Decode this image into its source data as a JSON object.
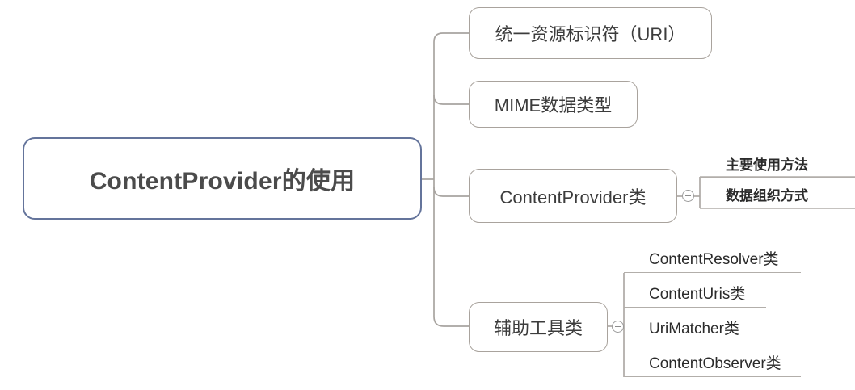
{
  "diagram": {
    "type": "mind-map",
    "title": "ContentProvider的使用",
    "root": {
      "label": "ContentProvider的使用",
      "style": "rounded-box",
      "border_color": "#64749b",
      "text_color": "#4b4b4b",
      "bold": true
    },
    "branches": [
      {
        "label": "统一资源标识符（URI）",
        "style": "rounded-box",
        "border_color": "#a9a39d",
        "children": []
      },
      {
        "label": "MIME数据类型",
        "style": "rounded-box",
        "border_color": "#a9a39d",
        "children": []
      },
      {
        "label": "ContentProvider类",
        "style": "rounded-box",
        "border_color": "#a9a39d",
        "toggle": "collapse-minus",
        "children": [
          {
            "label": "主要使用方法",
            "style": "underline",
            "bold": true
          },
          {
            "label": "数据组织方式",
            "style": "underline",
            "bold": true
          }
        ]
      },
      {
        "label": "辅助工具类",
        "style": "rounded-box",
        "border_color": "#a9a39d",
        "toggle": "collapse-minus",
        "children": [
          {
            "label": "ContentResolver类",
            "style": "underline",
            "bold": false
          },
          {
            "label": "ContentUris类",
            "style": "underline",
            "bold": false
          },
          {
            "label": "UriMatcher类",
            "style": "underline",
            "bold": false
          },
          {
            "label": "ContentObserver类",
            "style": "underline",
            "bold": false
          }
        ]
      }
    ],
    "colors": {
      "background": "#ffffff",
      "root_border": "#64749b",
      "node_border": "#a9a39d",
      "connector": "#a8a4a0",
      "underline": "#b2aeaa",
      "toggle_border": "#9b9b9b"
    }
  }
}
